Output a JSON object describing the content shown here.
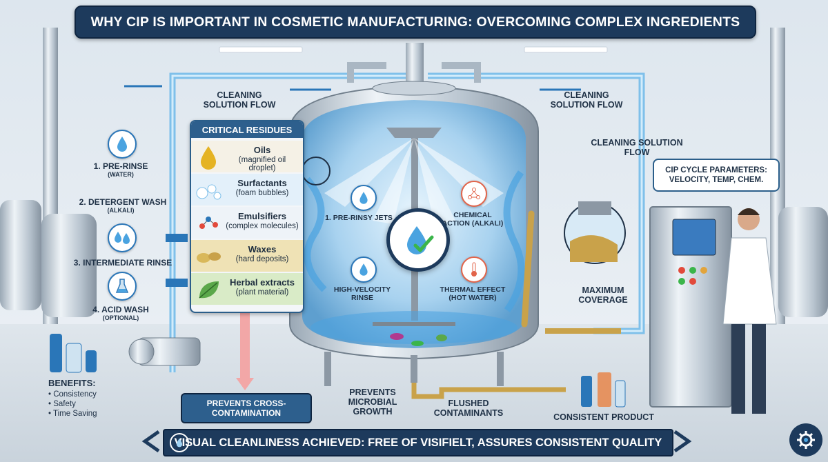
{
  "title": "WHY CIP IS IMPORTANT IN COSMETIC MANUFACTURING: OVERCOMING COMPLEX INGREDIENTS",
  "flow_labels": {
    "left": "CLEANING SOLUTION FLOW",
    "right": "CLEANING SOLUTION FLOW",
    "right_mid": "CLEANING SOLUTION FLOW"
  },
  "steps": [
    {
      "label": "1. PRE-RINSE",
      "sub": "(WATER)"
    },
    {
      "label": "2. DETERGENT WASH",
      "sub": "(ALKALI)"
    },
    {
      "label": "3. INTERMEDIATE RINSE",
      "sub": ""
    },
    {
      "label": "4. ACID WASH",
      "sub": "(OPTIONAL)"
    }
  ],
  "residues": {
    "heading": "CRITICAL RESIDUES",
    "items": [
      {
        "name": "Oils",
        "desc": "(magnified oil droplet)"
      },
      {
        "name": "Surfactants",
        "desc": "(foam bubbles)"
      },
      {
        "name": "Emulsifiers",
        "desc": "(complex molecules)"
      },
      {
        "name": "Waxes",
        "desc": "(hard deposits)"
      },
      {
        "name": "Herbal extracts",
        "desc": "(plant material)"
      }
    ]
  },
  "tank_labels": {
    "pre_rinse_jets": "1. PRE-RINSY JETS",
    "chemical_action": "CHEMICAL ACTION (ALKALI)",
    "high_velocity": "HIGH-VELOCITY RINSE",
    "thermal_effect": "THERMAL EFFECT (HOT WATER)"
  },
  "parameters": "CIP CYCLE PARAMETERS: VELOCITY, TEMP, CHEM.",
  "maximum_coverage": "MAXIMUM COVERAGE",
  "benefits": {
    "heading": "BENEFITS:",
    "items": [
      "• Consistency",
      "• Safety",
      "• Time Saving"
    ]
  },
  "cross_contamination": "PREVENTS CROSS-CONTAMINATION",
  "microbial": "PREVENTS MICROBIAL GROWTH",
  "flushed": "FLUSHED CONTAMINANTS",
  "consistent_product": "CONSISTENT PRODUCT",
  "banner": "VISUAL CLEANLINESS ACHIEVED: FREE OF VISIFIELT, ASSURES CONSISTENT QUALITY",
  "colors": {
    "navy": "#1d3a5c",
    "water": "#4aa3e0",
    "accent_green": "#3bb54a",
    "residue_gold": "#c9a24a"
  }
}
